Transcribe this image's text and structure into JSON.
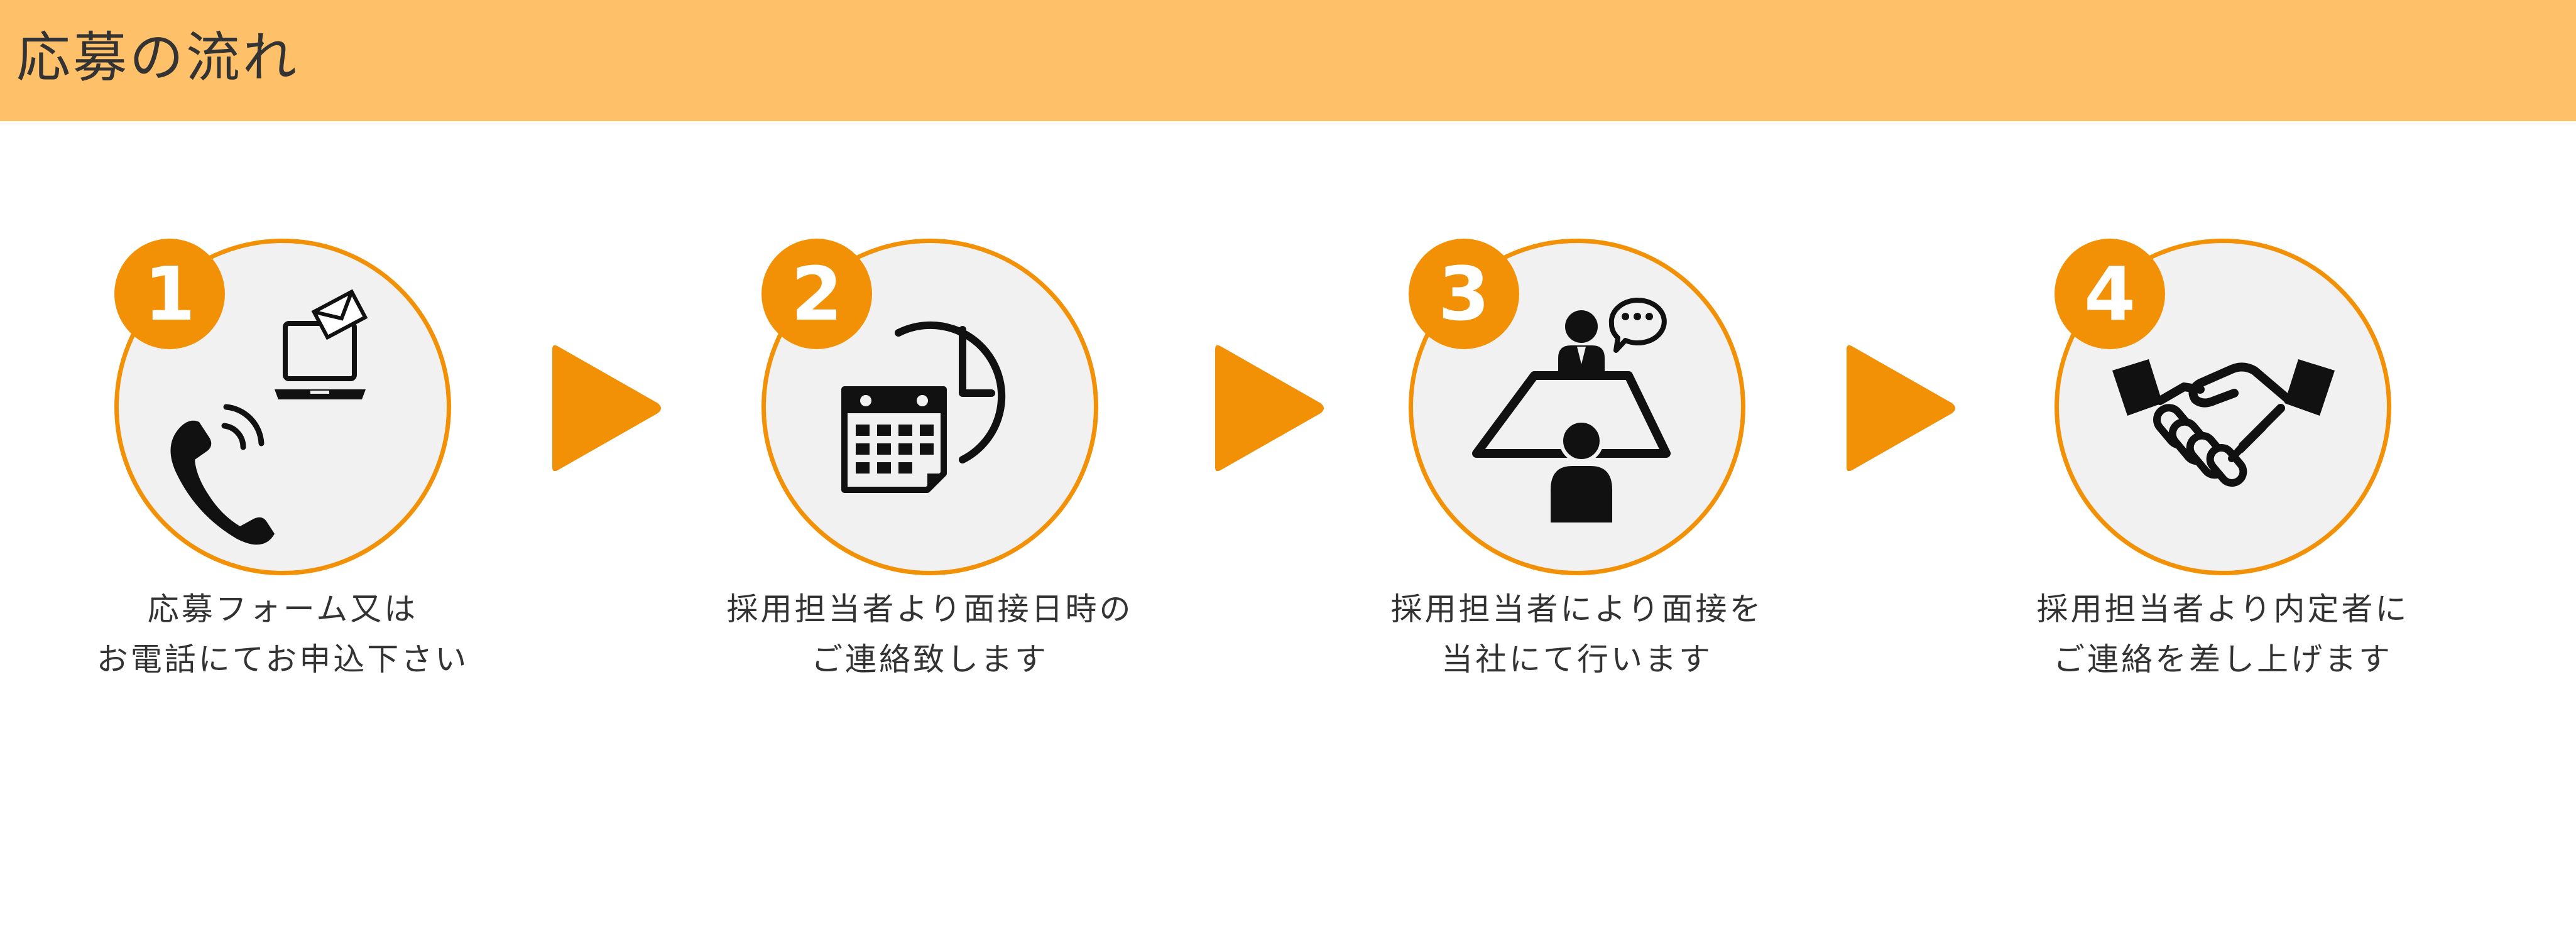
{
  "header": {
    "title": "応募の流れ"
  },
  "colors": {
    "header_bg": "#ffc06a",
    "accent": "#f39106",
    "circle_bg": "#f1f1f1",
    "icon": "#111111"
  },
  "steps": [
    {
      "number": "1",
      "icons": [
        "phone-icon",
        "laptop-mail-icon"
      ],
      "lines": [
        "応募フォーム又は",
        "お電話にてお申込下さい"
      ]
    },
    {
      "number": "2",
      "icons": [
        "calendar-icon",
        "clock-icon"
      ],
      "lines": [
        "採用担当者より面接日時の",
        "ご連絡致します"
      ]
    },
    {
      "number": "3",
      "icons": [
        "interview-icon"
      ],
      "lines": [
        "採用担当者により面接を",
        "当社にて行います"
      ]
    },
    {
      "number": "4",
      "icons": [
        "handshake-icon"
      ],
      "lines": [
        "採用担当者より内定者に",
        "ご連絡を差し上げます"
      ]
    }
  ]
}
